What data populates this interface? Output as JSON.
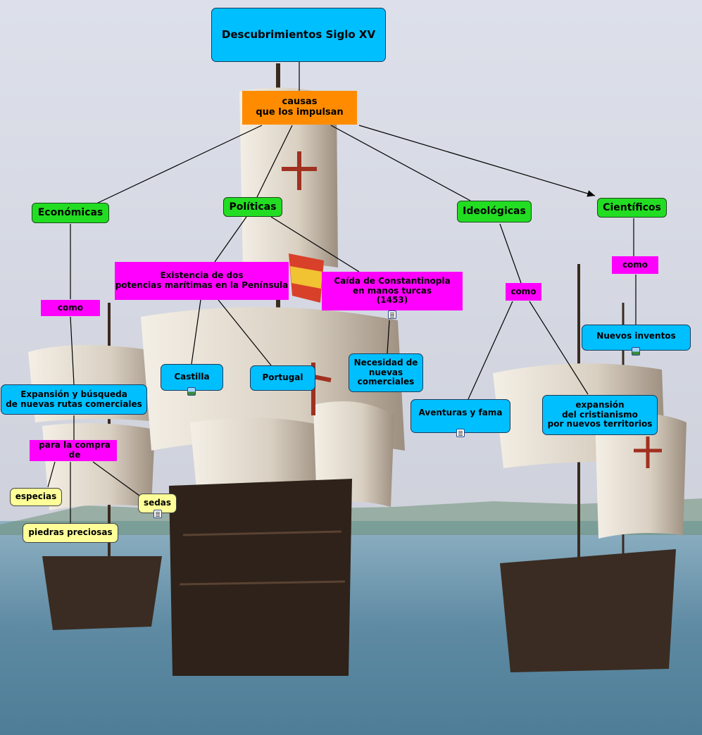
{
  "title": "Descubrimientos Siglo XV",
  "nodes": {
    "causas": "causas\nque los impulsan",
    "economicas": "Económicas",
    "politicas": "Políticas",
    "ideologicas": "Ideológicas",
    "cientificos": "Científicos",
    "como_econ": "como",
    "expansion_busqueda": "Expansión y búsqueda\nde nuevas rutas comerciales",
    "compra": "para la compra de",
    "especias": "especias",
    "sedas": "sedas",
    "piedras": "piedras preciosas",
    "existencia": "Existencia de dos\npotencias marítimas en la Península",
    "castilla": "Castilla",
    "portugal": "Portugal",
    "caida": "Caída de Constantinopla\nen manos turcas\n(1453)",
    "necesidad": "Necesidad de\nnuevas\ncomerciales",
    "como_ideo": "como",
    "aventuras": "Aventuras y fama",
    "expansion_cristianismo": "expansión\ndel cristianismo\npor nuevos territorios",
    "como_cient": "como",
    "inventos": "Nuevos inventos"
  },
  "icons": {
    "castilla": "image-icon",
    "caida": "document-icon",
    "aventuras": "document-icon",
    "sedas": "document-icon",
    "inventos": "image-icon"
  },
  "colors": {
    "concept": "#00bfff",
    "category": "#22dd22",
    "linking": "#ff00ff",
    "root_link": "#ff8c00",
    "leaf": "#ffff99"
  }
}
